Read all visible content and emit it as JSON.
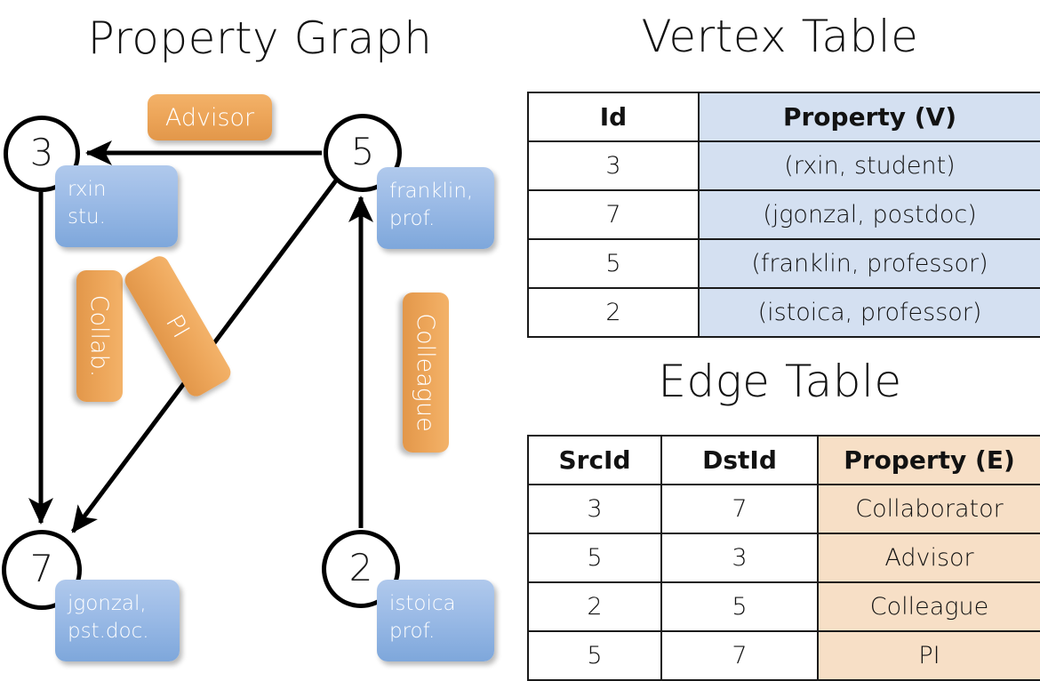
{
  "titles": {
    "property_graph": "Property Graph",
    "vertex_table": "Vertex Table",
    "edge_table": "Edge Table"
  },
  "graph": {
    "nodes": [
      {
        "id": "3",
        "name": "node-3",
        "property_line1": "rxin",
        "property_line2": "stu."
      },
      {
        "id": "5",
        "name": "node-5",
        "property_line1": "franklin,",
        "property_line2": "prof."
      },
      {
        "id": "7",
        "name": "node-7",
        "property_line1": "jgonzal,",
        "property_line2": "pst.doc."
      },
      {
        "id": "2",
        "name": "node-2",
        "property_line1": "istoica",
        "property_line2": "prof."
      }
    ],
    "edge_labels": [
      {
        "key": "advisor",
        "label": "Advisor"
      },
      {
        "key": "collab",
        "label": "Collab."
      },
      {
        "key": "pi",
        "label": "PI"
      },
      {
        "key": "colleague",
        "label": "Colleague"
      }
    ],
    "edges": [
      {
        "src": "5",
        "dst": "3",
        "label": "Advisor"
      },
      {
        "src": "3",
        "dst": "7",
        "label": "Collab."
      },
      {
        "src": "5",
        "dst": "7",
        "label": "PI"
      },
      {
        "src": "2",
        "dst": "5",
        "label": "Colleague"
      }
    ]
  },
  "vertex_table": {
    "headers": [
      "Id",
      "Property (V)"
    ],
    "rows": [
      {
        "id": "3",
        "property": "(rxin, student)"
      },
      {
        "id": "7",
        "property": "(jgonzal, postdoc)"
      },
      {
        "id": "5",
        "property": "(franklin, professor)"
      },
      {
        "id": "2",
        "property": "(istoica, professor)"
      }
    ]
  },
  "edge_table": {
    "headers": [
      "SrcId",
      "DstId",
      "Property (E)"
    ],
    "rows": [
      {
        "src": "3",
        "dst": "7",
        "property": "Collaborator"
      },
      {
        "src": "5",
        "dst": "3",
        "property": "Advisor"
      },
      {
        "src": "2",
        "dst": "5",
        "property": "Colleague"
      },
      {
        "src": "5",
        "dst": "7",
        "property": "PI"
      }
    ]
  },
  "colors": {
    "vertex_box": "#9dbce7",
    "edge_box": "#eda65a",
    "table_blue_cell": "#d4e0f1",
    "table_orange_cell": "#f7dfc6",
    "stroke": "#000000"
  }
}
